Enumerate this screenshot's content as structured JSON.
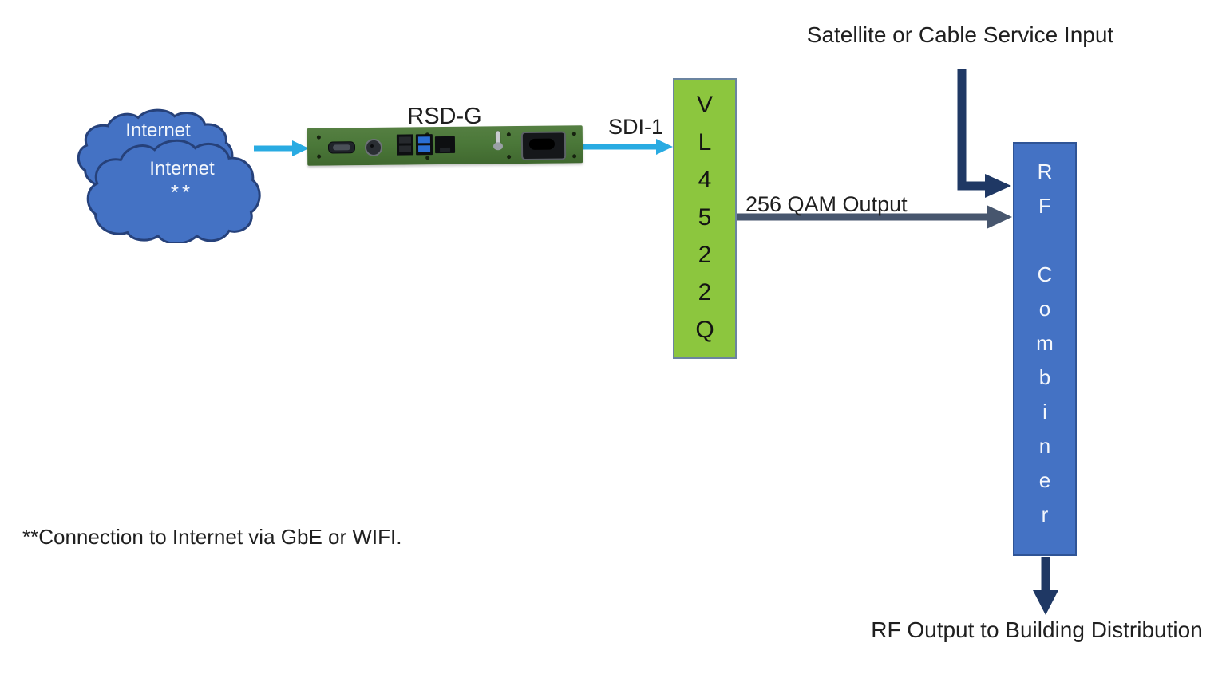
{
  "diagram": {
    "clouds": {
      "cloud1_label": "Internet",
      "cloud2_label": "Internet",
      "cloud2_sub": "**"
    },
    "device": {
      "label": "RSD-G"
    },
    "modulator": {
      "name": "VL4522Q",
      "label_vertical": "V\nL\n4\n5\n2\n2\nQ"
    },
    "combiner": {
      "name": "RF Combiner",
      "label_vertical": "R\nF\n\nC\no\nm\nb\ni\nn\ne\nr"
    },
    "labels": {
      "sdi": "SDI-1",
      "qam": "256 QAM Output",
      "satellite": "Satellite or Cable Service Input",
      "rf_output": "RF Output to Building Distribution",
      "note": "**Connection to Internet via GbE or WIFI."
    },
    "colors": {
      "cloud_fill": "#4472C4",
      "cloud_stroke": "#26417A",
      "cyan_arrow": "#29ABE2",
      "slate_arrow": "#47566E",
      "navy_arrow": "#1F3864",
      "modulator_fill": "#8CC63E",
      "modulator_border": "#6B84A0",
      "combiner_fill": "#4472C4",
      "combiner_border": "#2F5496",
      "pcb_green": "#4B7839",
      "text": "#1F1F1F"
    }
  }
}
